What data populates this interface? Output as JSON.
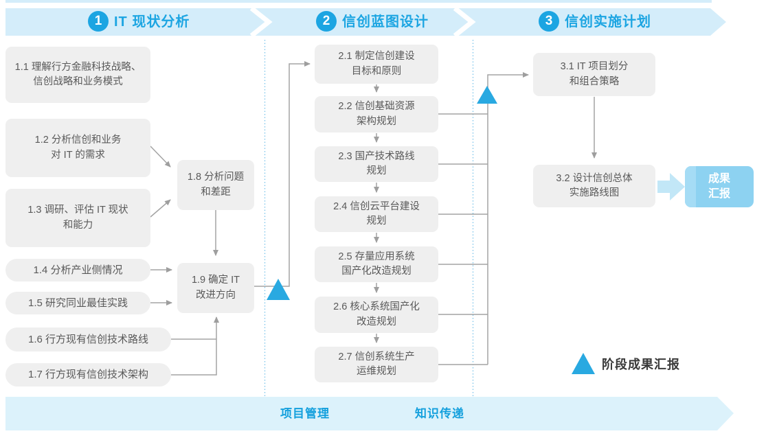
{
  "colors": {
    "accent_blue": "#1ca5e2",
    "banner_bg": "#d4edfa",
    "banner_text": "#14a0dd",
    "bottom_banner_bg": "#dcf2fb",
    "box_bg": "#efefef",
    "box_text": "#595959",
    "connector": "#a3a3a3",
    "divider_dotted": "#7ac4ea",
    "milestone_blue": "#29a9e1",
    "result_bg": "#8dd2f1",
    "result_stripe": "#a5dcf5",
    "fat_arrow": "#c2e7f7"
  },
  "phases": [
    {
      "number": "1",
      "title": "IT 现状分析"
    },
    {
      "number": "2",
      "title": "信创蓝图设计"
    },
    {
      "number": "3",
      "title": "信创实施计划"
    }
  ],
  "phase1": {
    "b11": "1.1 理解行方金融科技战略、\n信创战略和业务模式",
    "b12": "1.2 分析信创和业务\n对 IT 的需求",
    "b13": "1.3 调研、评估 IT 现状\n和能力",
    "b14": "1.4 分析产业侧情况",
    "b15": "1.5 研究同业最佳实践",
    "b16": "1.6 行方现有信创技术路线",
    "b17": "1.7 行方现有信创技术架构",
    "b18": "1.8 分析问题\n和差距",
    "b19": "1.9 确定 IT\n改进方向"
  },
  "phase2": {
    "b21": "2.1 制定信创建设\n目标和原则",
    "b22": "2.2 信创基础资源\n架构规划",
    "b23": "2.3 国产技术路线\n规划",
    "b24": "2.4 信创云平台建设\n规划",
    "b25": "2.5 存量应用系统\n国产化改造规划",
    "b26": "2.6 核心系统国产化\n改造规划",
    "b27": "2.7 信创系统生产\n运维规划"
  },
  "phase3": {
    "b31": "3.1 IT 项目划分\n和组合策略",
    "b32": "3.2 设计信创总体\n实施路线图",
    "result": "成果\n汇报"
  },
  "bottom": {
    "left_label": "项目管理",
    "right_label": "知识传递"
  },
  "legend": {
    "milestone_label": "阶段成果汇报"
  }
}
